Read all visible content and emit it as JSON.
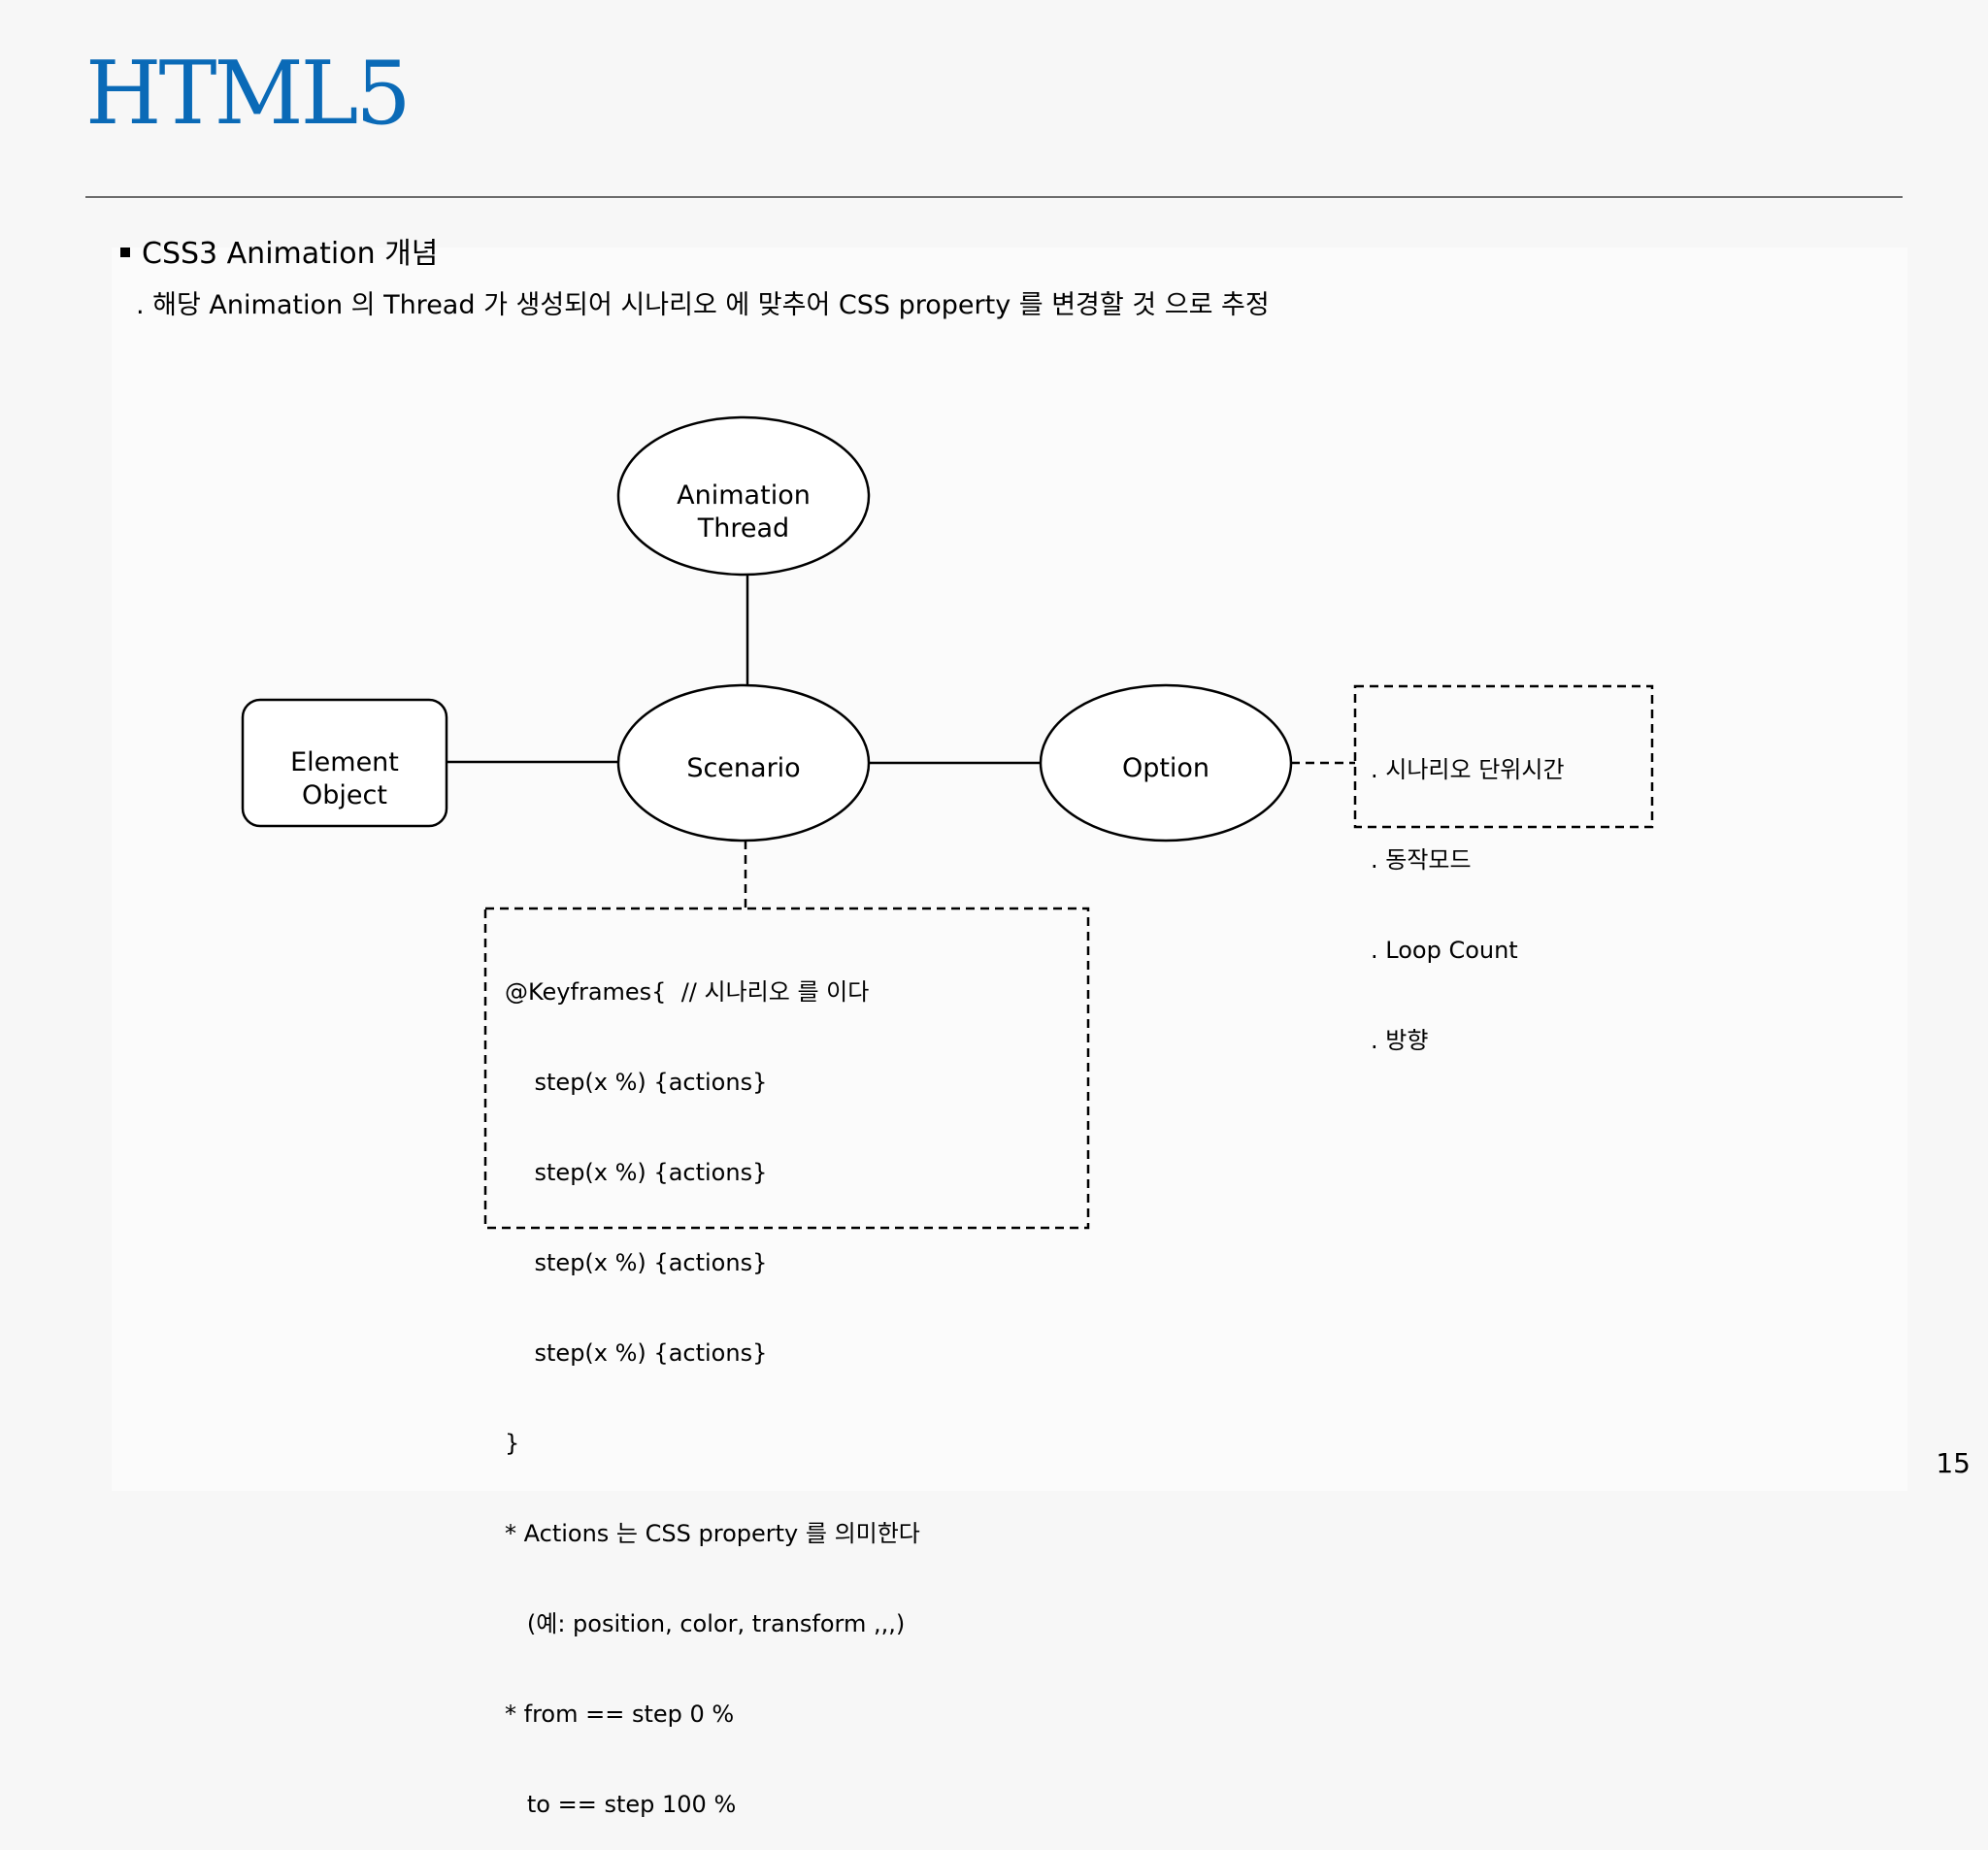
{
  "slide": {
    "title": "HTML5",
    "bullet": "CSS3 Animation 개념",
    "subtext": ". 해당 Animation 의 Thread 가 생성되어 시나리오 에 맞추어 CSS property 를 변경할 것 으로 추정",
    "page_number": "15"
  },
  "diagram": {
    "nodes": {
      "thread": {
        "line1": "Animation",
        "line2": "Thread"
      },
      "element": {
        "line1": "Element",
        "line2": "Object"
      },
      "scenario": {
        "label": "Scenario"
      },
      "option": {
        "label": "Option"
      }
    },
    "option_note": [
      ". 시나리오 단위시간",
      ". 동작모드",
      ". Loop Count",
      ". 방향"
    ],
    "keyframes_note": [
      "@Keyframes{  // 시나리오 를 이다",
      "    step(x %) {actions}",
      "    step(x %) {actions}",
      "    step(x %) {actions}",
      "    step(x %) {actions}",
      "}",
      "* Actions 는 CSS property 를 의미한다",
      "   (예: position, color, transform ,,,)",
      "* from == step 0 %",
      "   to == step 100 %"
    ]
  }
}
